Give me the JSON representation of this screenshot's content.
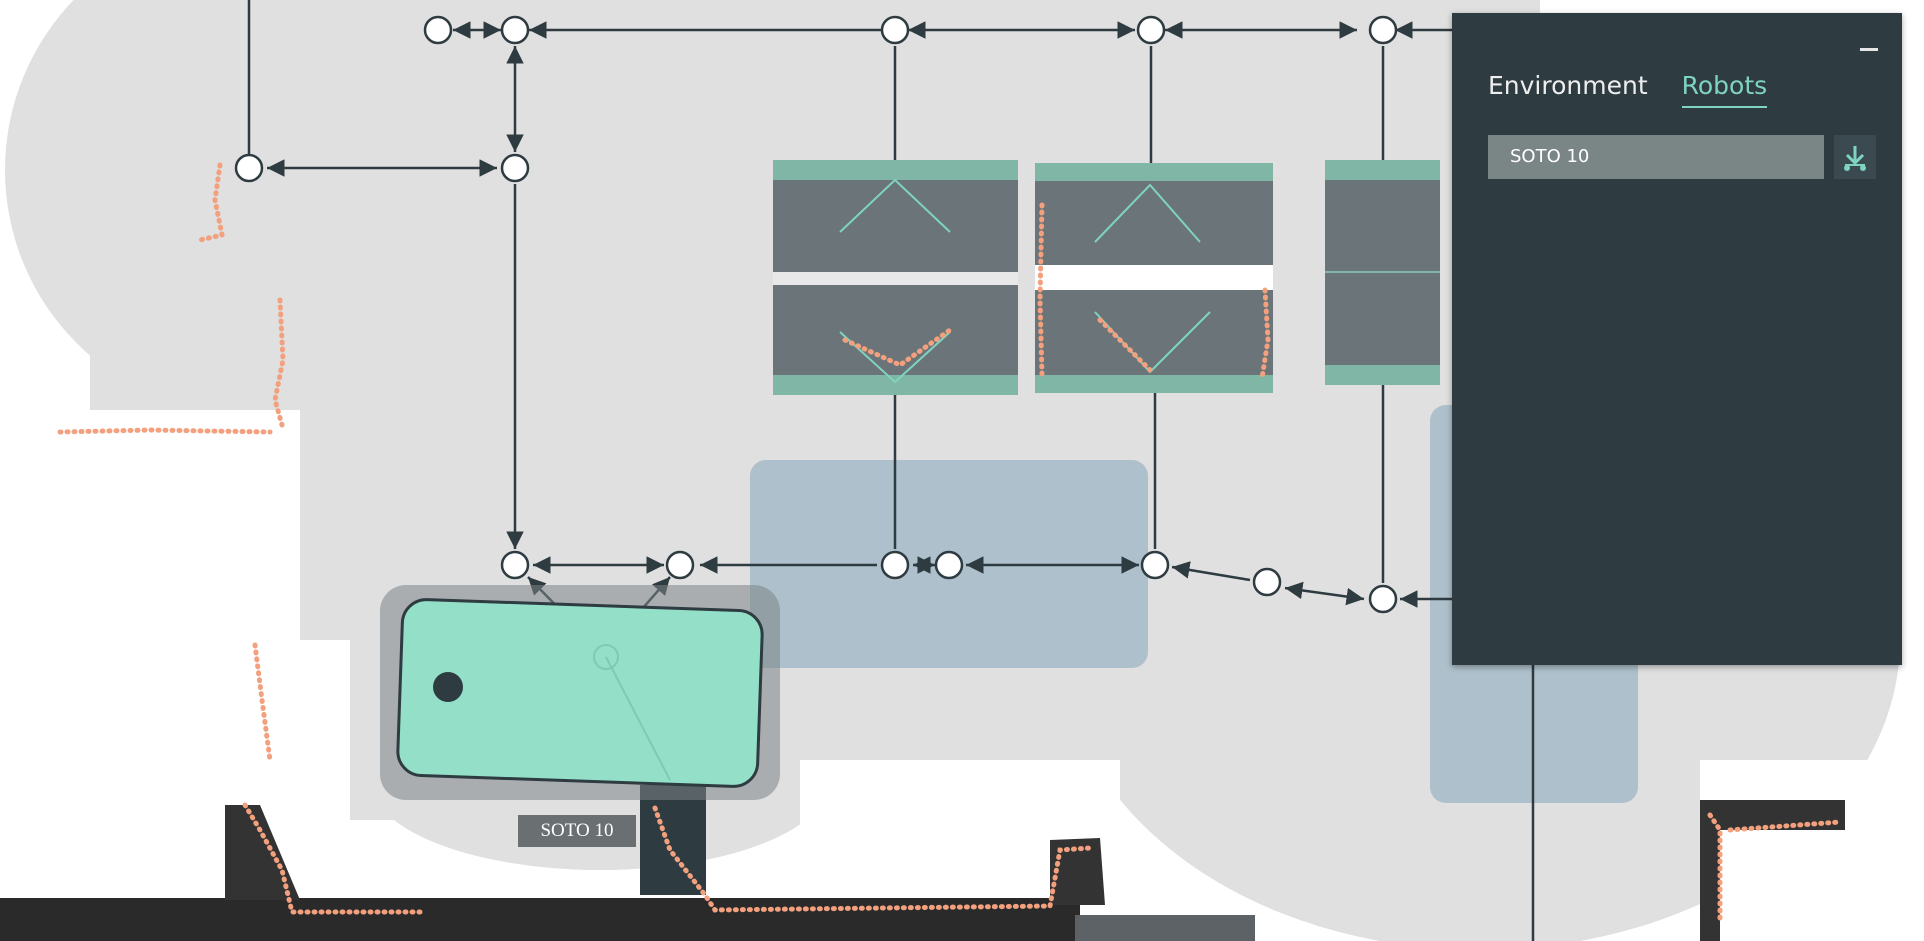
{
  "map": {
    "robot_label": "SOTO 10",
    "colors": {
      "free_space": "#e0e0e0",
      "zone": "#a9bcc9",
      "graph": "#2e3b41",
      "robot": "#93dfc8",
      "laser": "#f2a07d",
      "station_band": "#7fb6a6"
    }
  },
  "panel": {
    "tabs": [
      "Environment",
      "Robots"
    ],
    "active_tab": "Robots",
    "robot_entry": "SOTO 10",
    "icons": {
      "minimize": "minimize-icon",
      "action": "locate-robot-icon"
    }
  }
}
